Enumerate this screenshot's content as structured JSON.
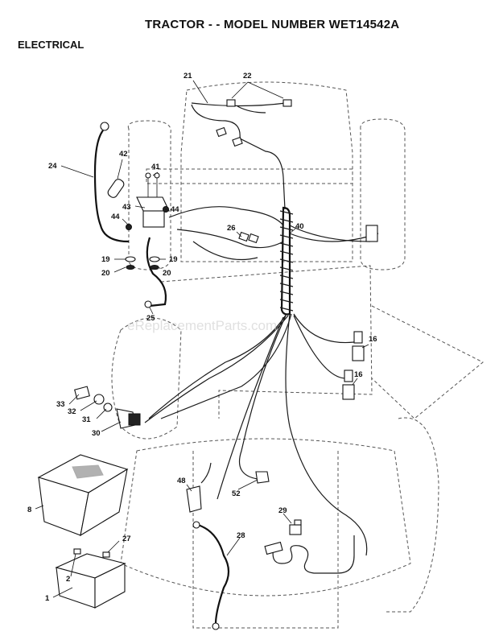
{
  "header": {
    "title": "TRACTOR - - MODEL NUMBER WET14542A",
    "section": "ELECTRICAL"
  },
  "watermark": "eReplacementParts.com",
  "callouts": {
    "c1": "1",
    "c2": "2",
    "c8": "8",
    "c16a": "16",
    "c16b": "16",
    "c19a": "19",
    "c19b": "19",
    "c20a": "20",
    "c20b": "20",
    "c21": "21",
    "c22": "22",
    "c24": "24",
    "c25": "25",
    "c26": "26",
    "c27": "27",
    "c28": "28",
    "c29": "29",
    "c30": "30",
    "c31": "31",
    "c32": "32",
    "c33": "33",
    "c40": "40",
    "c41": "41",
    "c42": "42",
    "c43": "43",
    "c44a": "44",
    "c44b": "44",
    "c48": "48",
    "c52": "52"
  },
  "colors": {
    "line": "#111111",
    "outline_dashed": "#555555",
    "watermark": "#c8c8c8"
  }
}
